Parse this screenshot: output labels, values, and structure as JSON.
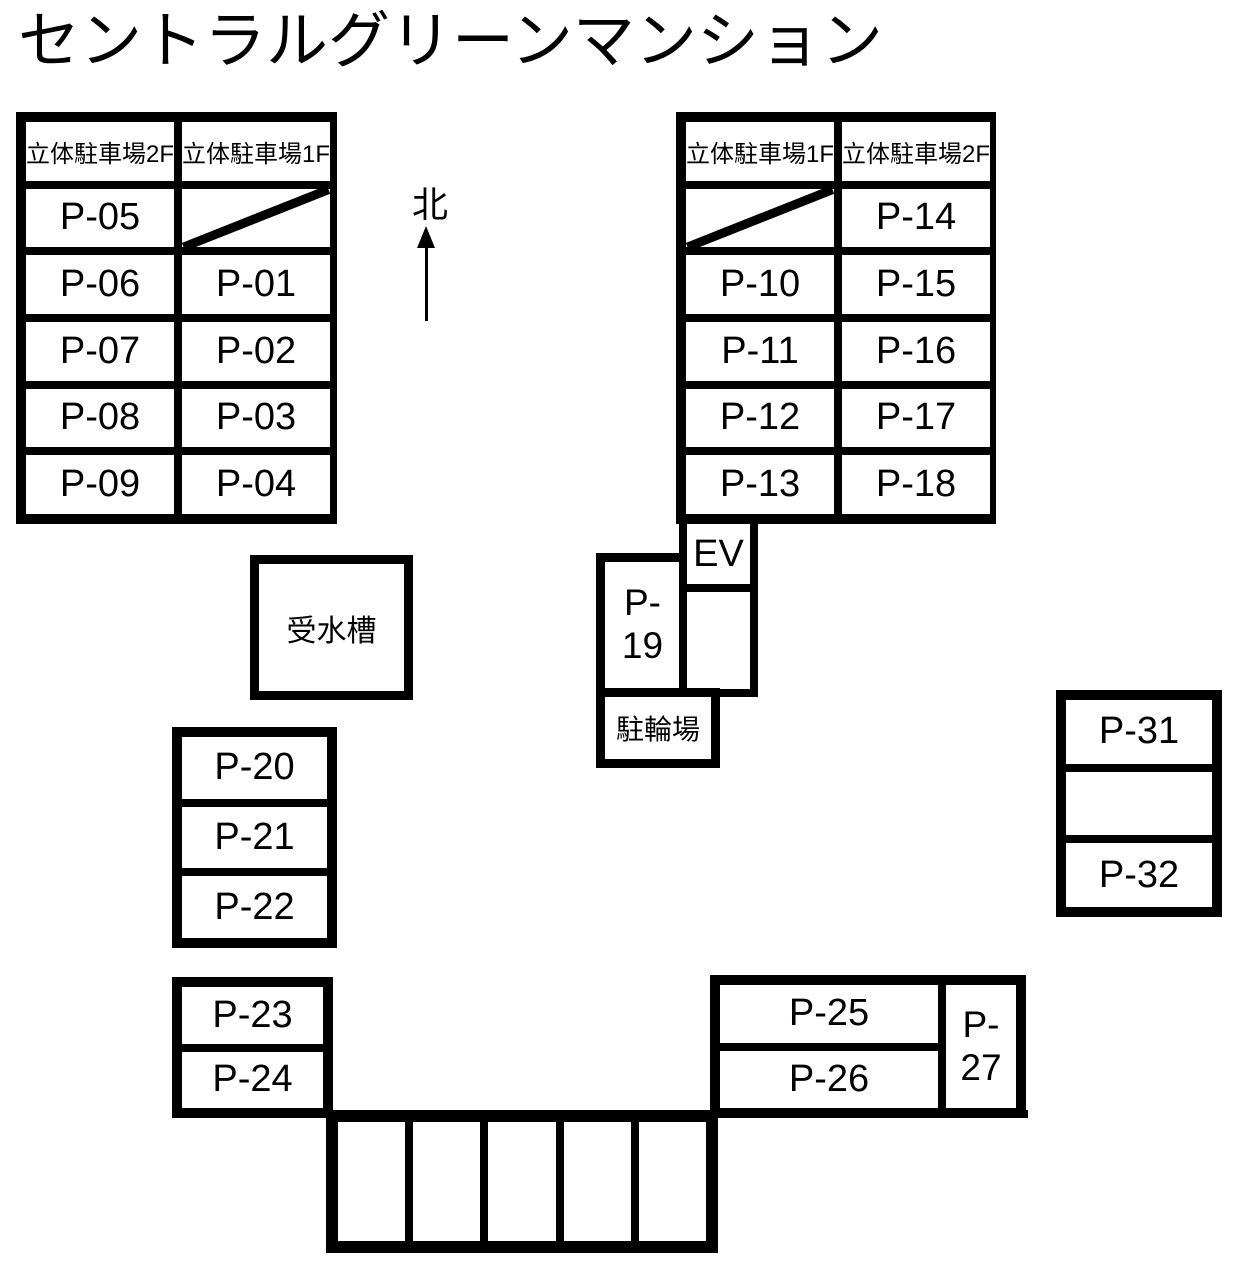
{
  "title": "セントラルグリーンマンション",
  "compass": {
    "label": "北"
  },
  "left_tower": {
    "header_col1": "立体駐車場2F",
    "header_col2": "立体駐車場1F",
    "col1_spots": [
      "P-05",
      "P-06",
      "P-07",
      "P-08",
      "P-09"
    ],
    "col2_spots": [
      "P-01",
      "P-02",
      "P-03",
      "P-04"
    ]
  },
  "right_tower": {
    "header_col1": "立体駐車場1F",
    "header_col2": "立体駐車場2F",
    "col1_spots": [
      "P-10",
      "P-11",
      "P-12",
      "P-13"
    ],
    "col2_spots": [
      "P-14",
      "P-15",
      "P-16",
      "P-17",
      "P-18"
    ]
  },
  "water_tank": {
    "label": "受水槽"
  },
  "elevator": {
    "label": "EV"
  },
  "bicycle_parking": {
    "label": "駐輪場"
  },
  "spot_p19": {
    "line1": "P-",
    "line2": "19"
  },
  "row_20_22": {
    "spots": [
      "P-20",
      "P-21",
      "P-22"
    ]
  },
  "row_23_24": {
    "spots": [
      "P-23",
      "P-24"
    ]
  },
  "block_25_27": {
    "p25": "P-25",
    "p26": "P-26",
    "p27_line1": "P-",
    "p27_line2": "27"
  },
  "block_31_32": {
    "p31": "P-31",
    "p32": "P-32"
  }
}
